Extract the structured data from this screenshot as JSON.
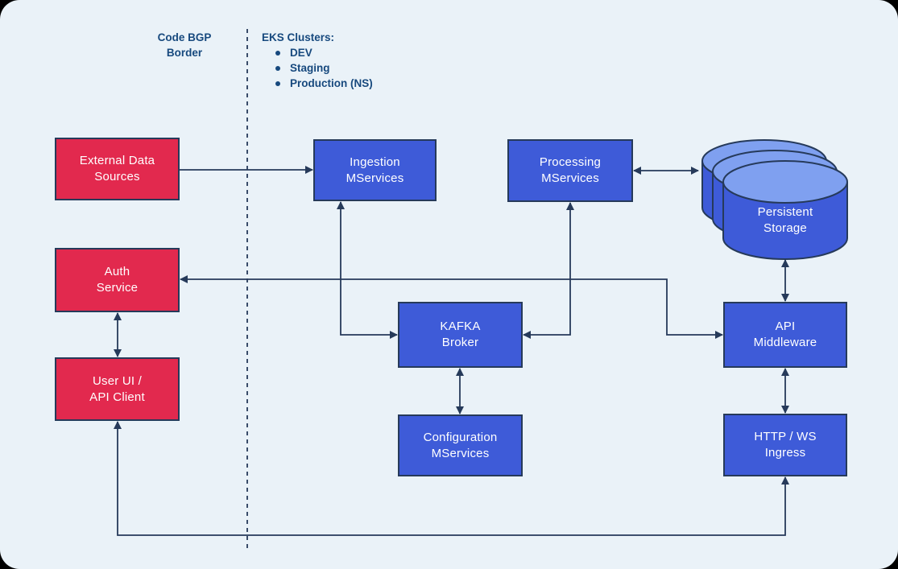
{
  "colors": {
    "background": "#EAF2F8",
    "node_red": "#E2294E",
    "node_blue": "#3E5BD8",
    "cylinder_top": "#7FA0F0",
    "line": "#263A5A",
    "annotation_text": "#17497E",
    "node_text": "#FFFFFF"
  },
  "annotations": {
    "border_label": "Code BGP\nBorder",
    "eks": {
      "title": "EKS Clusters:",
      "items": [
        "DEV",
        "Staging",
        "Production (NS)"
      ]
    }
  },
  "nodes": {
    "external_data_sources": {
      "label": "External Data\nSources",
      "color": "red"
    },
    "auth_service": {
      "label": "Auth\nService",
      "color": "red"
    },
    "user_ui_api_client": {
      "label": "User UI /\nAPI Client",
      "color": "red"
    },
    "ingestion_mservices": {
      "label": "Ingestion\nMServices",
      "color": "blue"
    },
    "processing_mservices": {
      "label": "Processing\nMServices",
      "color": "blue"
    },
    "persistent_storage": {
      "label": "Persistent\nStorage",
      "color": "blue",
      "shape": "cylinder-stack"
    },
    "kafka_broker": {
      "label": "KAFKA\nBroker",
      "color": "blue"
    },
    "configuration_mservices": {
      "label": "Configuration\nMServices",
      "color": "blue"
    },
    "api_middleware": {
      "label": "API\nMiddleware",
      "color": "blue"
    },
    "http_ws_ingress": {
      "label": "HTTP / WS\nIngress",
      "color": "blue"
    }
  },
  "edges": [
    {
      "from": "external_data_sources",
      "to": "ingestion_mservices",
      "bidirectional": false
    },
    {
      "from": "ingestion_mservices",
      "to": "kafka_broker",
      "bidirectional": true
    },
    {
      "from": "processing_mservices",
      "to": "kafka_broker",
      "bidirectional": true
    },
    {
      "from": "processing_mservices",
      "to": "persistent_storage",
      "bidirectional": true
    },
    {
      "from": "persistent_storage",
      "to": "api_middleware",
      "bidirectional": true
    },
    {
      "from": "api_middleware",
      "to": "http_ws_ingress",
      "bidirectional": true
    },
    {
      "from": "kafka_broker",
      "to": "configuration_mservices",
      "bidirectional": true
    },
    {
      "from": "auth_service",
      "to": "user_ui_api_client",
      "bidirectional": true
    },
    {
      "from": "auth_service",
      "to": "api_middleware",
      "bidirectional": true
    },
    {
      "from": "user_ui_api_client",
      "to": "http_ws_ingress",
      "bidirectional": true
    }
  ]
}
